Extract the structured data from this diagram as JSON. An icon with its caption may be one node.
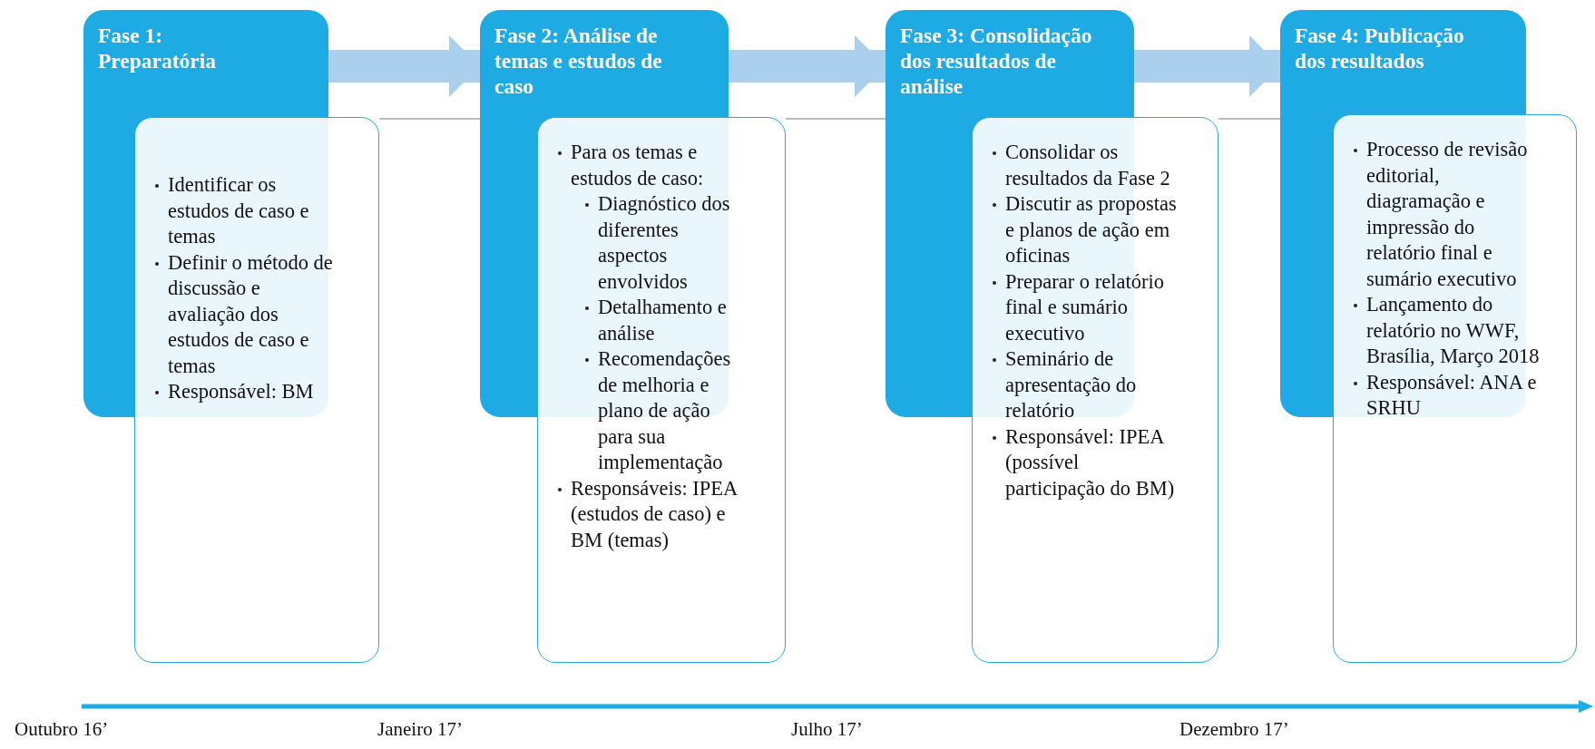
{
  "diagram": {
    "nodes": [
      {
        "text": [
          "Fase 1: Preparatória"
        ]
      },
      {
        "text": [
          "Identificar os estudos de caso e temas",
          "Definir o método de discussão e avaliação dos estudos de caso e temas",
          "Responsável: BM"
        ]
      },
      {
        "text": [
          "Fase 2: Análise de temas e estudos de caso"
        ]
      },
      {
        "text": [
          "Para os temas e estudos de caso:",
          "Diagnóstico dos diferentes aspectos envolvidos",
          "Detalhamento e análise",
          "Recomendações de melhoria e plano de ação para sua implementação",
          "Responsáveis: IPEA (estudos de caso) e BM (temas)"
        ]
      },
      {
        "text": [
          "Fase 3: Consolidação dos resultados de análise"
        ]
      },
      {
        "text": [
          "Consolidar os resultados da Fase 2",
          "Discutir as propostas e planos de ação em oficinas",
          "Preparar o relatório final e sumário executivo",
          "Seminário de apresentação do relatório",
          "Responsável: IPEA (possível participação do BM)"
        ]
      },
      {
        "text": [
          "Fase 4: Publicação dos resultados"
        ]
      },
      {
        "text": [
          "Processo de revisão editorial, diagramação e impressão do relatório final e sumário executivo",
          "Lançamento do relatório no WWF, Brasília, Março 2018",
          "Responsável: ANA e SRHU"
        ]
      }
    ],
    "edges": [
      {
        "from": 0,
        "to": 2,
        "arrow": "to",
        "style": "thick",
        "color": "#abd0ee"
      },
      {
        "from": 2,
        "to": 4,
        "arrow": "to",
        "style": "thick",
        "color": "#abd0ee"
      },
      {
        "from": 4,
        "to": 6,
        "arrow": "to",
        "style": "thick",
        "color": "#abd0ee"
      },
      {
        "from": 1,
        "to": 2,
        "arrow": "none"
      },
      {
        "from": 3,
        "to": 4,
        "arrow": "none"
      },
      {
        "from": 5,
        "to": 6,
        "arrow": "none"
      }
    ],
    "labels": [
      "Outubro 16’",
      "Janeiro 17’",
      "Julho 17’",
      "Dezembro 17’"
    ]
  }
}
